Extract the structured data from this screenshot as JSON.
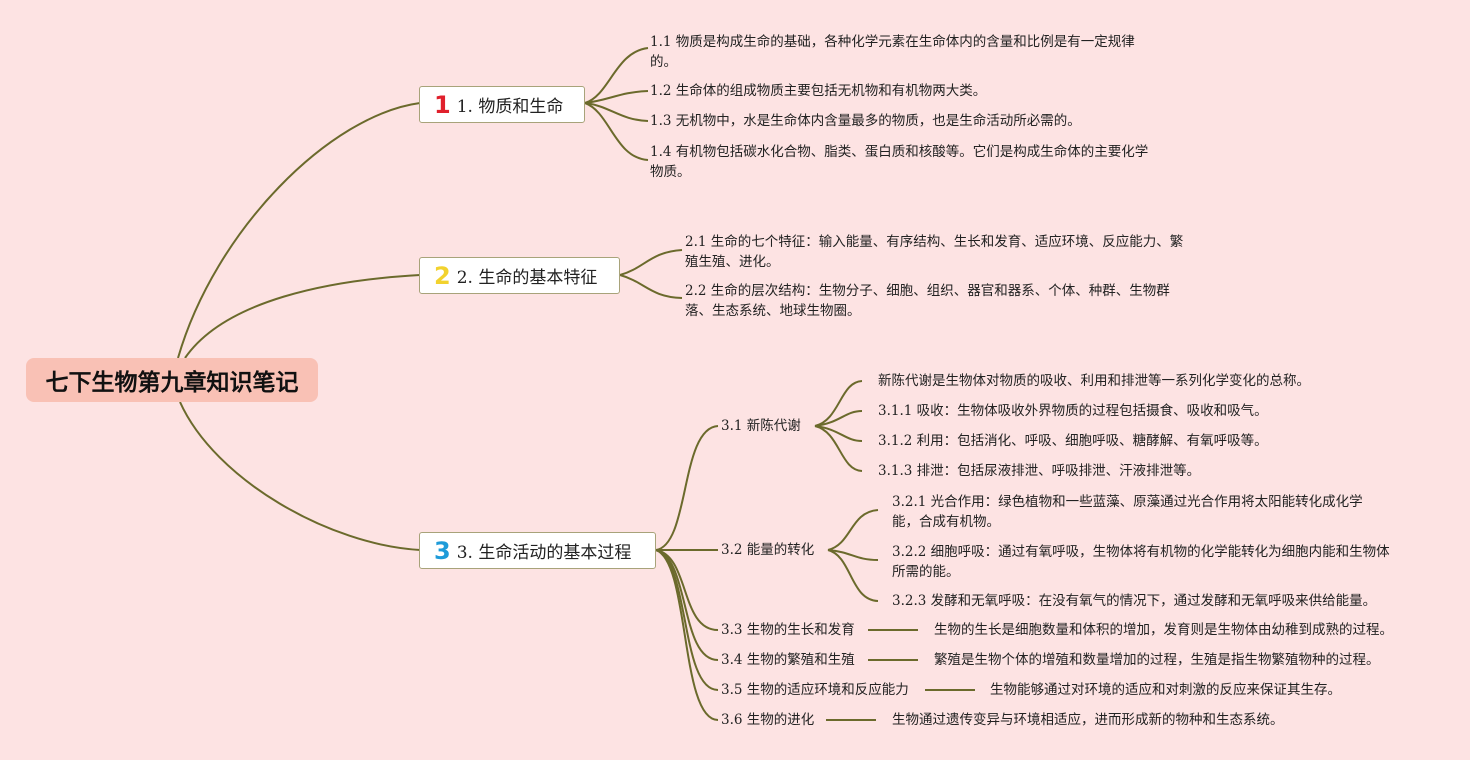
{
  "root": "七下生物第九章知识笔记",
  "b1": {
    "badge": "1",
    "badge_color": "#e0202c",
    "label": "1. 物质和生命",
    "items": [
      "1.1 物质是构成生命的基础，各种化学元素在生命体内的含量和比例是有一定规律的。",
      "1.2 生命体的组成物质主要包括无机物和有机物两大类。",
      "1.3 无机物中，水是生命体内含量最多的物质，也是生命活动所必需的。",
      "1.4 有机物包括碳水化合物、脂类、蛋白质和核酸等。它们是构成生命体的主要化学物质。"
    ]
  },
  "b2": {
    "badge": "2",
    "badge_color": "#f2d22e",
    "label": "2. 生命的基本特征",
    "items": [
      "2.1 生命的七个特征：输入能量、有序结构、生长和发育、适应环境、反应能力、繁殖生殖、进化。",
      "2.2 生命的层次结构：生物分子、细胞、组织、器官和器系、个体、种群、生物群落、生态系统、地球生物圈。"
    ]
  },
  "b3": {
    "badge": "3",
    "badge_color": "#1e9bd9",
    "label": "3. 生命活动的基本过程",
    "s1": {
      "label": "3.1 新陈代谢",
      "items": [
        "新陈代谢是生物体对物质的吸收、利用和排泄等一系列化学变化的总称。",
        "3.1.1 吸收：生物体吸收外界物质的过程包括摄食、吸收和吸气。",
        "3.1.2 利用：包括消化、呼吸、细胞呼吸、糖酵解、有氧呼吸等。",
        "3.1.3 排泄：包括尿液排泄、呼吸排泄、汗液排泄等。"
      ]
    },
    "s2": {
      "label": "3.2 能量的转化",
      "items": [
        "3.2.1 光合作用：绿色植物和一些蓝藻、原藻通过光合作用将太阳能转化成化学能，合成有机物。",
        "3.2.2 细胞呼吸：通过有氧呼吸，生物体将有机物的化学能转化为细胞内能和生物体所需的能。",
        "3.2.3 发酵和无氧呼吸：在没有氧气的情况下，通过发酵和无氧呼吸来供给能量。"
      ]
    },
    "s3": {
      "label": "3.3 生物的生长和发育",
      "desc": "生物的生长是细胞数量和体积的增加，发育则是生物体由幼稚到成熟的过程。"
    },
    "s4": {
      "label": "3.4 生物的繁殖和生殖",
      "desc": "繁殖是生物个体的增殖和数量增加的过程，生殖是指生物繁殖物种的过程。"
    },
    "s5": {
      "label": "3.5 生物的适应环境和反应能力",
      "desc": "生物能够通过对环境的适应和对刺激的反应来保证其生存。"
    },
    "s6": {
      "label": "3.6 生物的进化",
      "desc": "生物通过遗传变异与环境相适应，进而形成新的物种和生态系统。"
    }
  },
  "colors": {
    "background": "#fde3e3",
    "root_fill": "#f9c1b5",
    "line": "#6b6a2c"
  }
}
